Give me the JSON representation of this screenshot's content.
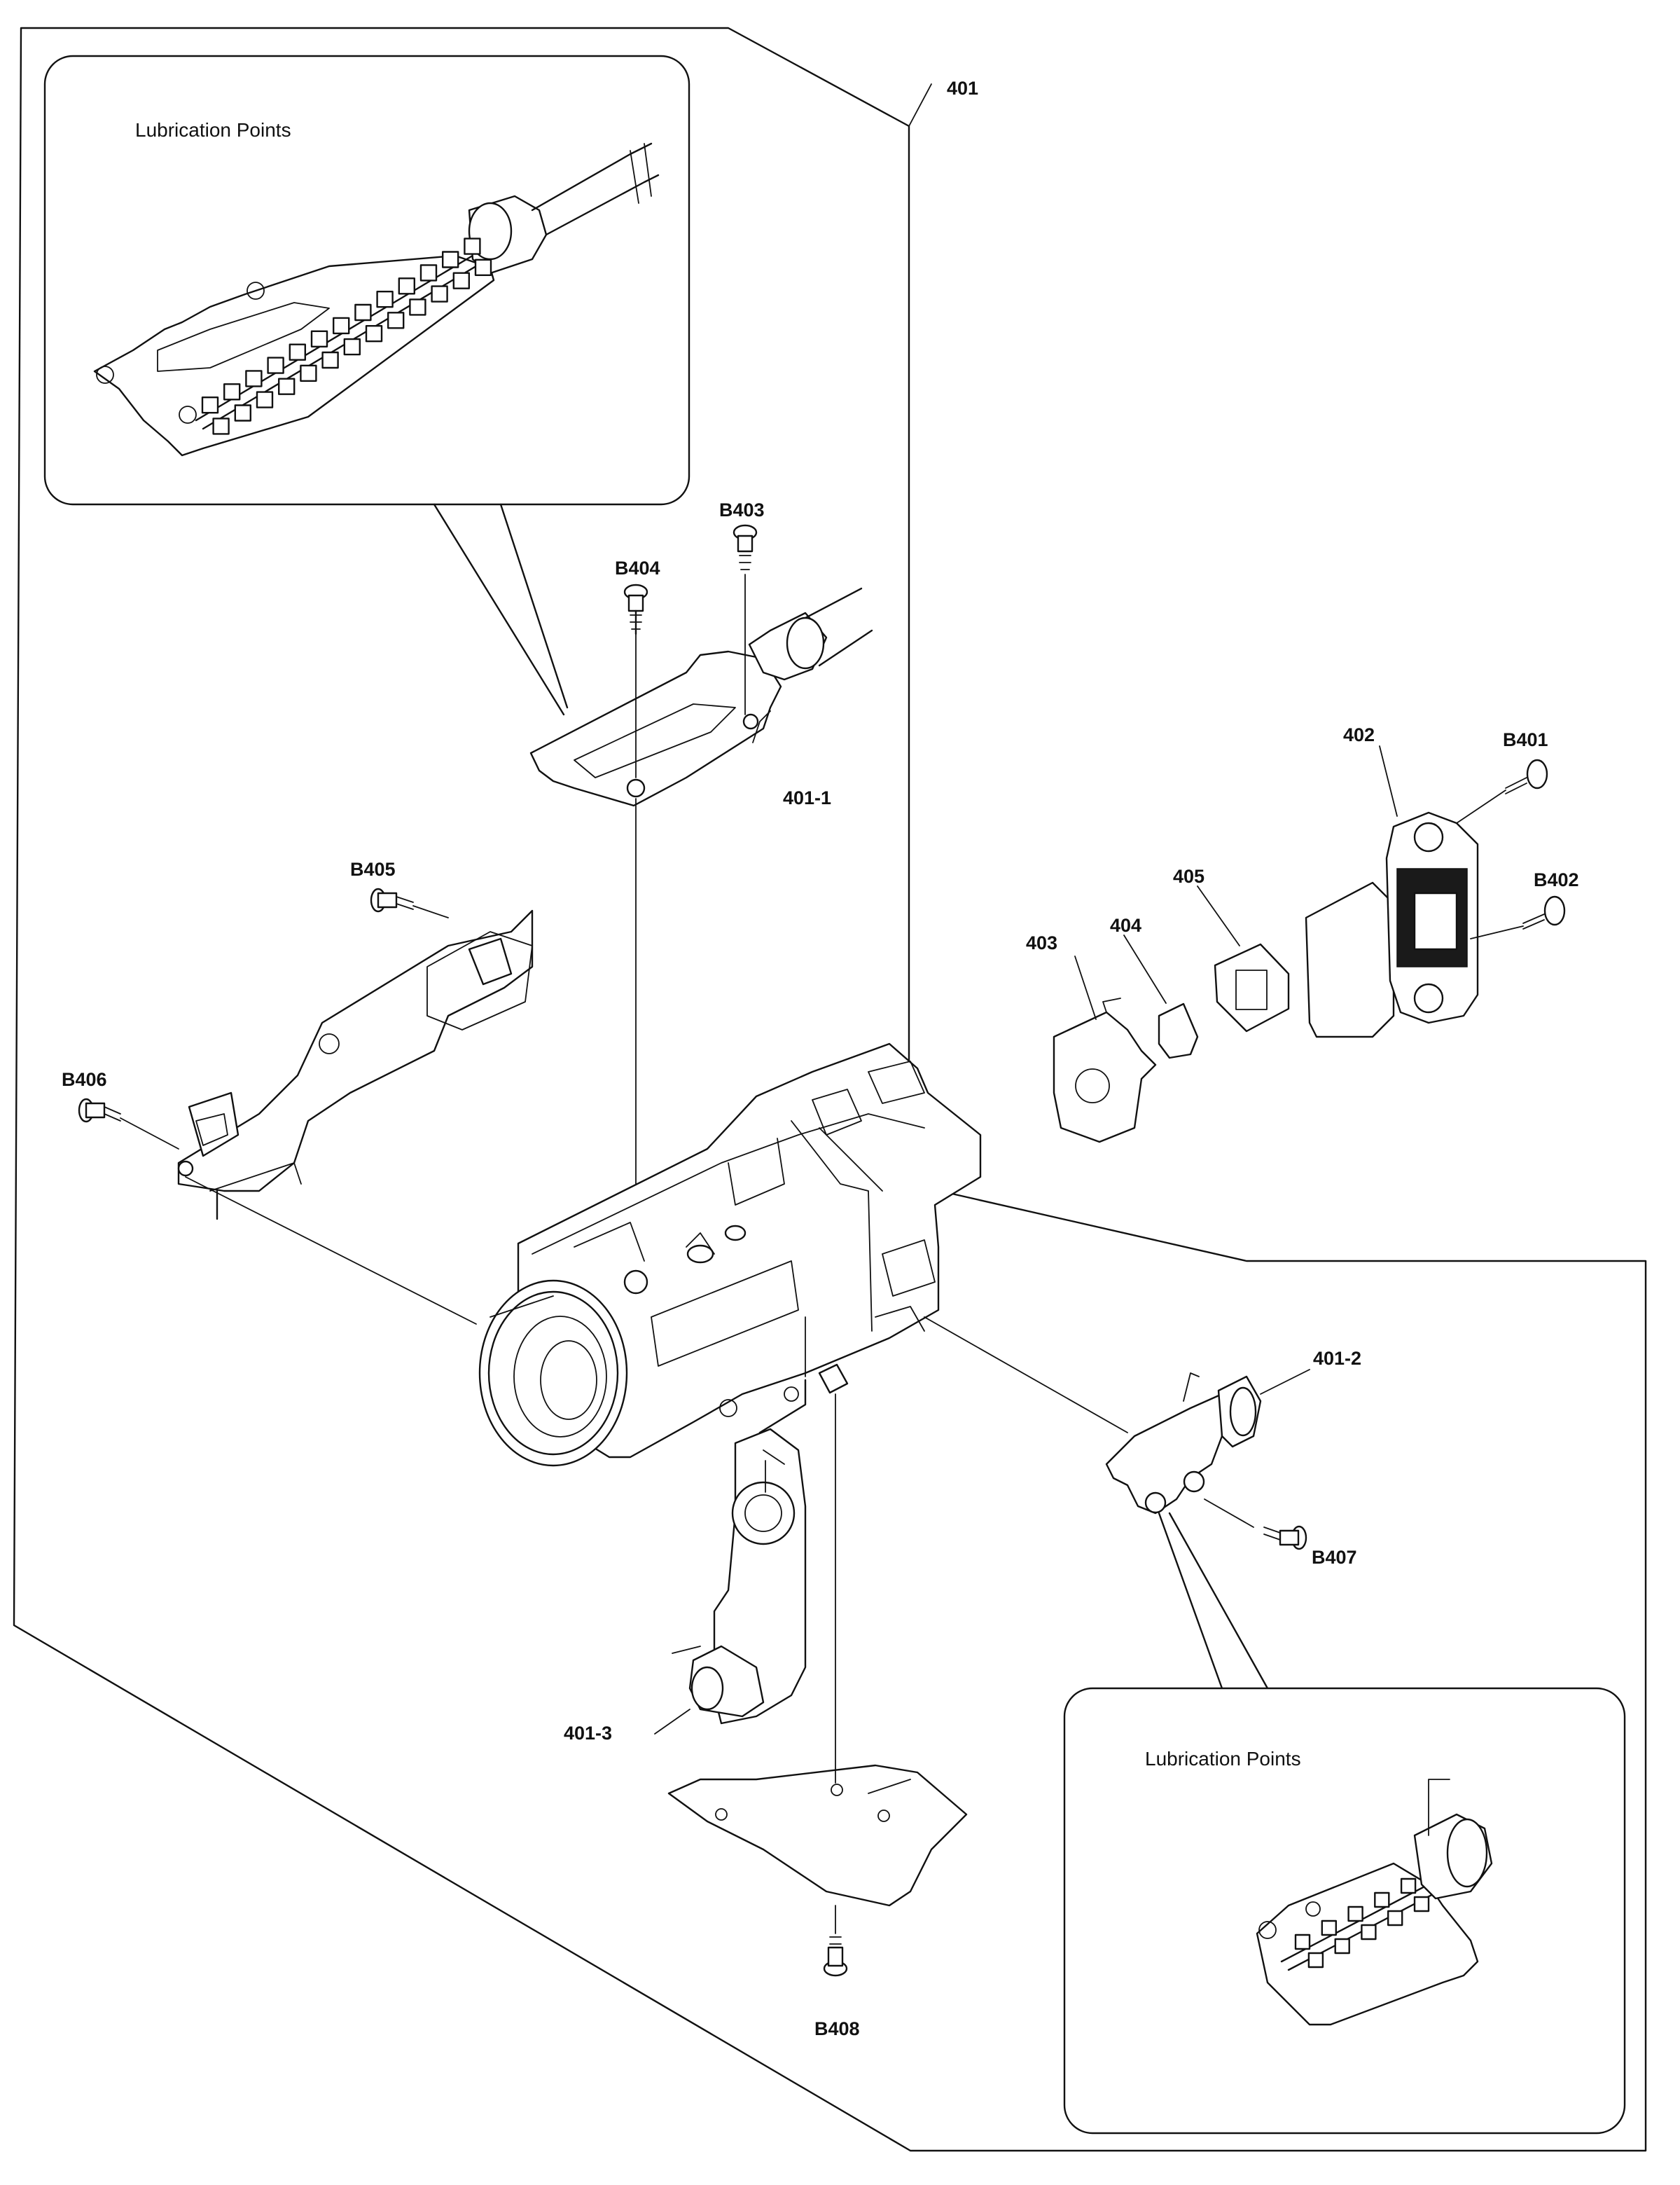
{
  "callouts": {
    "top": {
      "title": "Lubrication Points"
    },
    "bottom": {
      "title": "Lubrication Points"
    }
  },
  "labels": {
    "l401": "401",
    "l401_1": "401-1",
    "l401_2": "401-2",
    "l401_3": "401-3",
    "l402": "402",
    "l403": "403",
    "l404": "404",
    "l405": "405",
    "B401": "B401",
    "B402": "B402",
    "B403": "B403",
    "B404": "B404",
    "B405": "B405",
    "B406": "B406",
    "B407": "B407",
    "B408": "B408"
  }
}
